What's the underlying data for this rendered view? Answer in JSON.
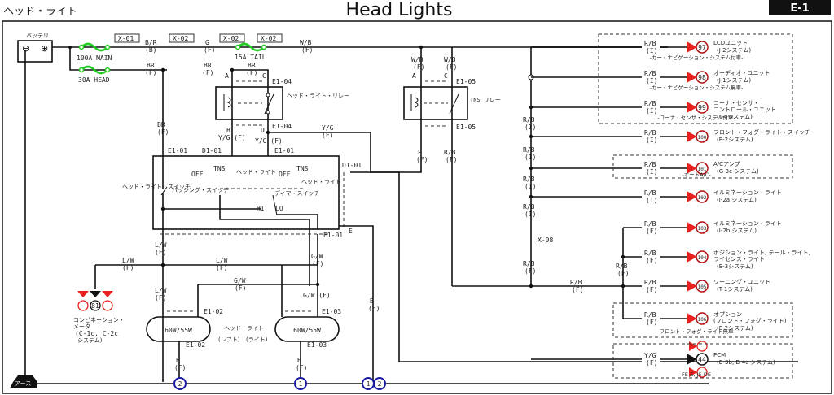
{
  "header": {
    "jp_title": "ヘッド・ライト",
    "title": "Head Lights",
    "page_code": "E-1"
  },
  "battery": {
    "label": "バッテリ",
    "neg": "⊖",
    "pos": "⊕"
  },
  "fuses": [
    {
      "label": "100A MAIN"
    },
    {
      "label": "30A HEAD"
    },
    {
      "label": "15A TAIL"
    }
  ],
  "connectors": {
    "x01": "X-01",
    "x02a": "X-02",
    "x02b": "X-02",
    "x02c": "X-02",
    "x08": "X-08",
    "e104_top": "E1-04",
    "e104_bot": "E1-04",
    "e105_top": "E1-05",
    "e105_bot": "E1-05",
    "e101_a": "E1-01",
    "e101_b": "E1-01",
    "d101_a": "D1-01",
    "d101_b": "D1-01",
    "e101_bottom": "E1-01",
    "e102_top": "E1-02",
    "e102_bot": "E1-02",
    "e103_top": "E1-03",
    "e103_bot": "E1-03",
    "pin_a1": "A",
    "pin_c1": "C",
    "pin_b1": "B",
    "pin_d1": "D",
    "pin_a2": "A",
    "pin_c2": "C",
    "pin_e": "E"
  },
  "wires": {
    "br_b": "B/R",
    "br_b_code": "(B)",
    "g": "G",
    "g_code": "(F)",
    "wb": "W/B",
    "wb_code": "(F)",
    "br1": "BR",
    "br1_code": "(F)",
    "br2": "BR",
    "br2_code": "(F)",
    "br3": "BR",
    "br3_code": "(F)",
    "br4": "BR",
    "br4_code": "(F)",
    "wb2": "W/B",
    "wb2_code": "(F)",
    "wb3": "W/B",
    "wb3_code": "(F)",
    "yg_b": "Y/G (F)",
    "yg_d": "Y/G (F)",
    "yg_right": "Y/G",
    "yg_right_code": "(F)",
    "p": "P",
    "p_code": "(F)",
    "rb_tns": "R/B",
    "rb_tns_code": "(F)",
    "lw1": "L/W",
    "lw1_code": "(F)",
    "lw2": "L/W",
    "lw2_code": "(F)",
    "lw3": "L/W",
    "lw3_code": "(F)",
    "lw4": "L/W",
    "lw4_code": "(F)",
    "gw1": "G/W",
    "gw1_code": "(F)",
    "gw2": "G/W",
    "gw2_code": "(F)",
    "gw3": "G/W (F)",
    "b1": "B",
    "b1_code": "(F)",
    "b2": "B",
    "b2_code": "(F)",
    "b3": "B",
    "b3_code": "(F)",
    "rb_v1": "R/B",
    "rb_v1_code": "(I)",
    "rb_v2": "R/B",
    "rb_v2_code": "(I)",
    "rb_v3": "R/B",
    "rb_v3_code": "(I)",
    "rb_v4": "R/B",
    "rb_v4_code": "(I)",
    "rb_vf": "R/B",
    "rb_vf_code": "(F)",
    "rb_h": "R/B",
    "rb_h_code": "(F)",
    "rb_v5": "R/B",
    "rb_v5_code": "(F)"
  },
  "relays": {
    "head": "ヘッド・ライト・リレー",
    "tns": "TNS リレー"
  },
  "switch": {
    "label": "ヘッド・ライト・スイッチ",
    "passing": "パッシング・スイッチ",
    "off1": "OFF",
    "tns1": "TNS",
    "head1": "ヘッド・ライト",
    "off2": "OFF",
    "tns2": "TNS",
    "head2": "ヘッド・ライト",
    "dimmer": "ディマ・スイッチ",
    "hi": "HI",
    "lo": "LO"
  },
  "lamps": {
    "left": "60W/55W",
    "right": "60W/55W",
    "caption": "ヘッド・ライト",
    "left_label": "(レフト)",
    "right_label": "(ライト)"
  },
  "meter": {
    "ref": "81",
    "label_l1": "コンビネーション・",
    "label_l2": "メータ",
    "label_l3": "(C-1c, C-2c",
    "label_l4": "システム)"
  },
  "ground": {
    "label": "アース",
    "points": [
      "2",
      "1",
      "1",
      "2"
    ]
  },
  "right_items": [
    {
      "ref": "97",
      "wire": "R/B",
      "code": "(I)",
      "name": "LCDユニット",
      "sys": "(J-2システム)",
      "group": "カー・ナビゲーション・システム付車"
    },
    {
      "ref": "98",
      "wire": "R/B",
      "code": "(I)",
      "name": "オーディオ・ユニット",
      "sys": "(J-1システム)",
      "group": "カー・ナビゲーション・システム無車"
    },
    {
      "ref": "99",
      "wire": "R/B",
      "code": "(I)",
      "name": "コーナ・センサ・",
      "name2": "コントロール・ユニット",
      "sys": "(T-4システム)",
      "group": "コーナ・センサ・システム付車"
    },
    {
      "ref": "100",
      "wire": "R/B",
      "code": "(I)",
      "name": "フロント・フォグ・ライト・スイッチ",
      "sys": "(E-2システム)"
    },
    {
      "ref": "101",
      "wire": "R/B",
      "code": "(I)",
      "name": "A/Cアンプ",
      "sys": "(G-3c システム)",
      "group": "オートA/C"
    },
    {
      "ref": "102",
      "wire": "R/B",
      "code": "(I)",
      "name": "イルミネーション・ライト",
      "sys": "(I-2a システム)"
    },
    {
      "ref": "103",
      "wire": "R/B",
      "code": "(F)",
      "name": "イルミネーション・ライト",
      "sys": "(I-2b システム)"
    },
    {
      "ref": "104",
      "wire": "R/B",
      "code": "(F)",
      "name": "ポジション・ライト, テール・ライト,",
      "name2": "ライセンス・ライト",
      "sys": "(E-3システム)"
    },
    {
      "ref": "105",
      "wire": "R/B",
      "code": "(F)",
      "name": "ワーニング・ユニット",
      "sys": "(T-1システム)"
    },
    {
      "ref": "106",
      "wire": "R/B",
      "code": "(F)",
      "name": "オプション",
      "name2": "(フロント・フォグ・ライト)",
      "sys": "(E-2システム)",
      "group": "フロント・フォグ・ライト無車"
    },
    {
      "ref": "44",
      "wire": "Y/G",
      "code": "(F)",
      "name": "PCM",
      "sys": "(B-3b, B-4c システム)",
      "group": "FE-E, J5-DE"
    }
  ],
  "colors": {
    "fuse": "#22cc22",
    "connector_red": "#e82020",
    "ground_ring": "#1a1aa0",
    "header_bg": "#111111"
  }
}
